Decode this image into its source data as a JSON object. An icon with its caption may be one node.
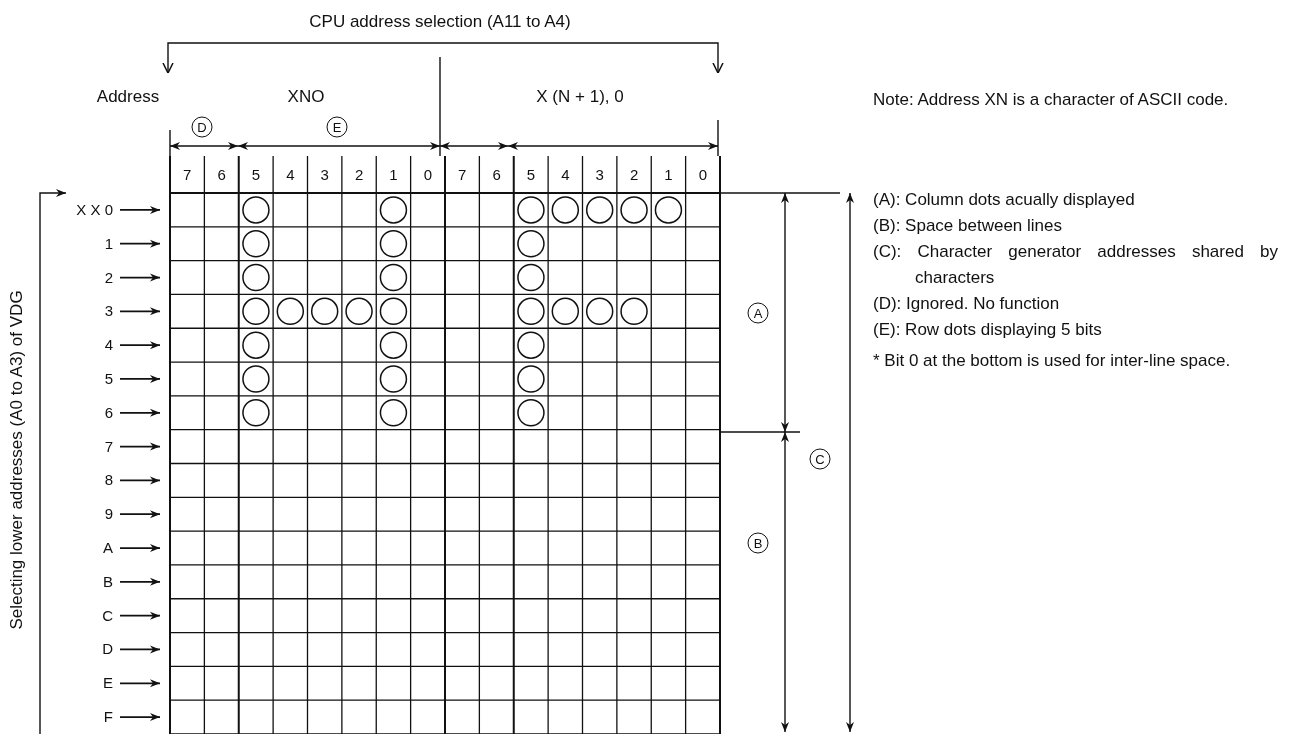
{
  "diagram": {
    "labels": [
      "CPU address selection (A11 to A4)",
      "Address",
      "XNO",
      "X (N + 1), 0",
      "Note: Address XN is a character of ASCII code.",
      "D",
      "E",
      "7",
      "6",
      "5",
      "4",
      "3",
      "2",
      "1",
      "0",
      "7",
      "6",
      "5",
      "4",
      "3",
      "2",
      "1",
      "0",
      "(A): Column dots acually displayed",
      "(B): Space between lines",
      "(C): Character generator addresses shared by characters",
      "(D): Ignored. No function",
      "(E): Row dots displaying 5 bits",
      "* Bit 0 at the bottom is used for inter-line space.",
      "Selecting lower addresses (A0 to A3) of VDG",
      "X X 0",
      "1",
      "2",
      "3",
      "4",
      "5",
      "6",
      "7",
      "8",
      "9",
      "A",
      "B",
      "C",
      "D",
      "E",
      "F",
      "A",
      "B",
      "C"
    ]
  }
}
